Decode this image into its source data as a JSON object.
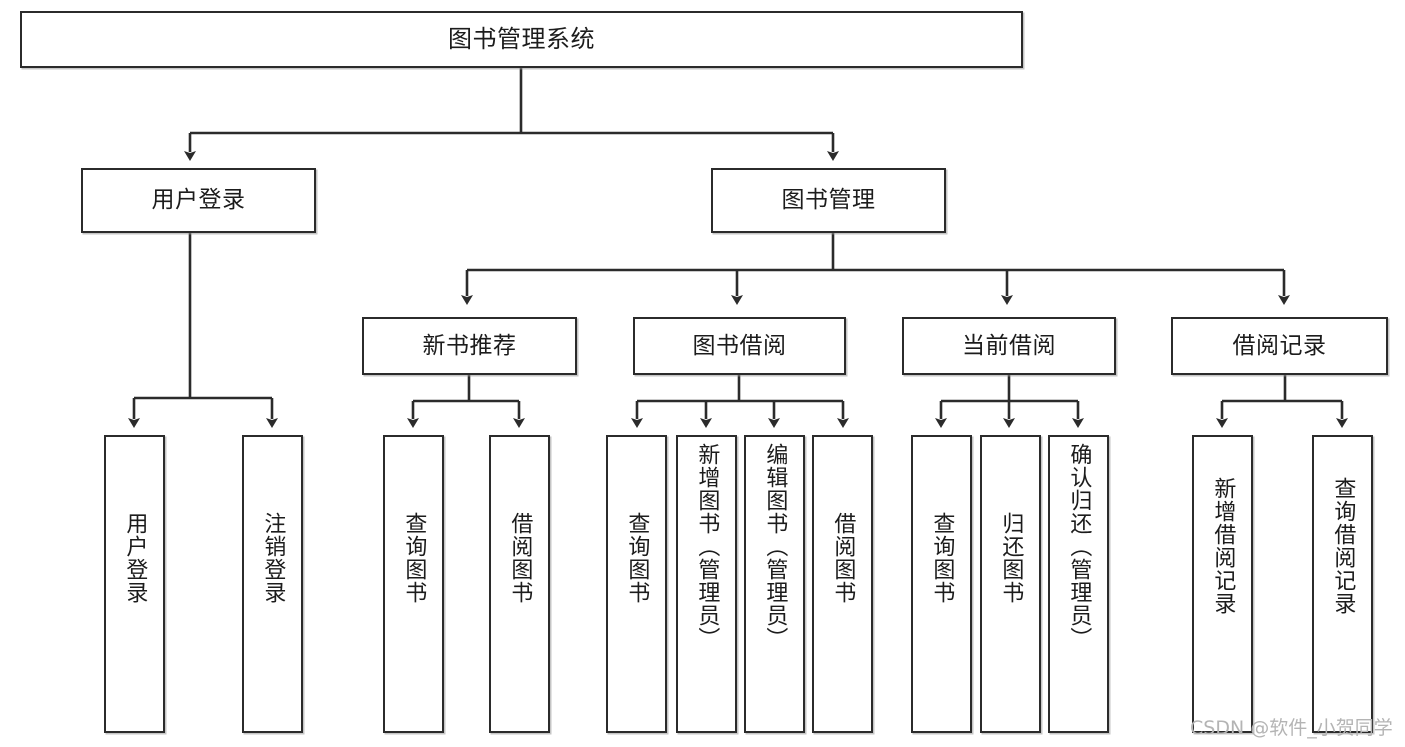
{
  "diagram": {
    "type": "tree",
    "title": "图书管理系统",
    "watermark": "CSDN @软件_小贺同学",
    "colors": {
      "box_border": "#2b2b2b",
      "box_fill": "#ffffff",
      "edge": "#2b2b2b",
      "text": "#1c1c1c",
      "watermark": "#b4b4b4",
      "background": "#ffffff"
    },
    "levels": {
      "root": {
        "label": "图书管理系统"
      },
      "level2": [
        {
          "id": "user-login",
          "label": "用户登录"
        },
        {
          "id": "book-manage",
          "label": "图书管理"
        }
      ],
      "level3": [
        {
          "id": "new-book-recommend",
          "label": "新书推荐",
          "parent": "book-manage"
        },
        {
          "id": "book-borrow",
          "label": "图书借阅",
          "parent": "book-manage"
        },
        {
          "id": "current-borrow",
          "label": "当前借阅",
          "parent": "book-manage"
        },
        {
          "id": "borrow-record",
          "label": "借阅记录",
          "parent": "book-manage"
        }
      ],
      "leaves": [
        {
          "id": "leaf-user-login",
          "label": "用户登录",
          "parent": "user-login"
        },
        {
          "id": "leaf-user-logout",
          "label": "注销登录",
          "parent": "user-login"
        },
        {
          "id": "leaf-query-book-1",
          "label": "查询图书",
          "parent": "new-book-recommend"
        },
        {
          "id": "leaf-borrow-book-1",
          "label": "借阅图书",
          "parent": "new-book-recommend"
        },
        {
          "id": "leaf-query-book-2",
          "label": "查询图书",
          "parent": "book-borrow"
        },
        {
          "id": "leaf-add-book",
          "label": "新增图书（管理员）",
          "parent": "book-borrow"
        },
        {
          "id": "leaf-edit-book",
          "label": "编辑图书（管理员）",
          "parent": "book-borrow"
        },
        {
          "id": "leaf-borrow-book-2",
          "label": "借阅图书",
          "parent": "book-borrow"
        },
        {
          "id": "leaf-query-book-3",
          "label": "查询图书",
          "parent": "current-borrow"
        },
        {
          "id": "leaf-return-book",
          "label": "归还图书",
          "parent": "current-borrow"
        },
        {
          "id": "leaf-confirm-return",
          "label": "确认归还（管理员）",
          "parent": "current-borrow"
        },
        {
          "id": "leaf-add-record",
          "label": "新增借阅记录",
          "parent": "borrow-record"
        },
        {
          "id": "leaf-query-record",
          "label": "查询借阅记录",
          "parent": "borrow-record"
        }
      ]
    }
  }
}
